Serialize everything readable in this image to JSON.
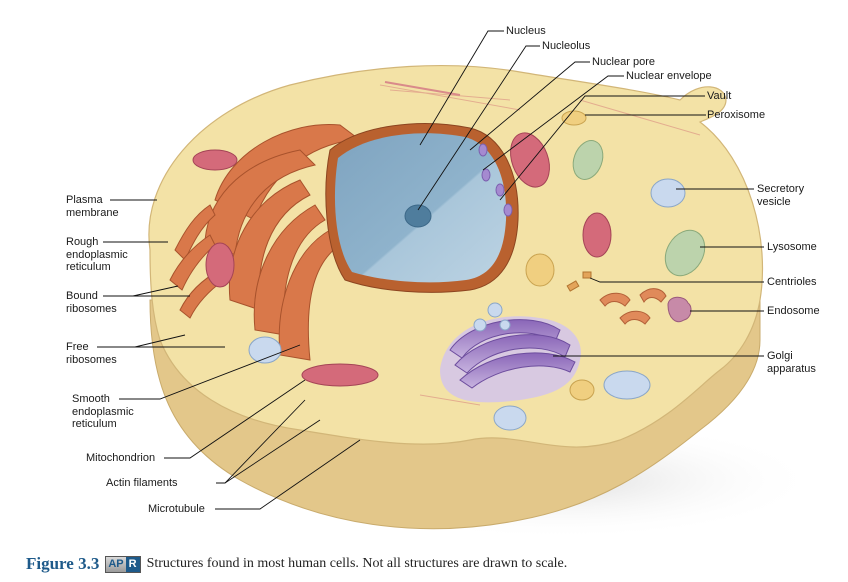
{
  "labels": {
    "nucleus": "Nucleus",
    "nucleolus": "Nucleolus",
    "nuclear_pore": "Nuclear pore",
    "nuclear_envelope": "Nuclear envelope",
    "vault": "Vault",
    "peroxisome": "Peroxisome",
    "secretory_vesicle": "Secretory\nvesicle",
    "lysosome": "Lysosome",
    "centrioles": "Centrioles",
    "endosome": "Endosome",
    "golgi": "Golgi\napparatus",
    "plasma_membrane": "Plasma\nmembrane",
    "rough_er": "Rough\nendoplasmic\nreticulum",
    "bound_ribosomes": "Bound\nribosomes",
    "free_ribosomes": "Free\nribosomes",
    "smooth_er": "Smooth\nendoplasmic\nreticulum",
    "mitochondrion": "Mitochondrion",
    "actin_filaments": "Actin filaments",
    "microtubule": "Microtubule"
  },
  "caption": {
    "figure_number": "Figure 3.3",
    "badge_ap": "AP",
    "badge_r": "R",
    "text": "Structures found in most human cells. Not all structures are drawn to scale."
  },
  "colors": {
    "cytoplasm": "#f3e2a6",
    "membrane": "#e8cf8e",
    "rough_er": "#d9784a",
    "nucleus": "#8fb3cc",
    "golgi": "#9a7cc4",
    "mitochondrion": "#d46a7a",
    "lysosome": "#b9d1a6",
    "vesicle": "#b9cde6",
    "caption_blue": "#1e5a8a"
  }
}
